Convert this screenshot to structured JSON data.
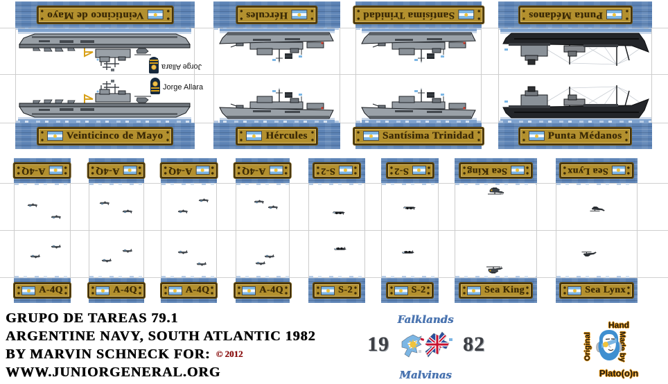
{
  "ships": [
    {
      "label": "Veinticinco de Mayo",
      "type": "aircraft-carrier"
    },
    {
      "label": "Hércules",
      "type": "destroyer"
    },
    {
      "label": "Santísima Trinidad",
      "type": "destroyer"
    },
    {
      "label": "Punta Médanos",
      "type": "tanker"
    }
  ],
  "commander": {
    "name": "Jorge Allara"
  },
  "air_cards": [
    {
      "label": "A-4Q"
    },
    {
      "label": "A-4Q"
    },
    {
      "label": "A-4Q"
    },
    {
      "label": "A-4Q"
    },
    {
      "label": "S-2"
    },
    {
      "label": "S-2"
    },
    {
      "label": "Sea King"
    },
    {
      "label": "Sea Lynx"
    }
  ],
  "footer": {
    "line1": "GRUPO DE TAREAS 79.1",
    "line2": "ARGENTINE NAVY, SOUTH ATLANTIC 1982",
    "line3": "BY MARVIN SCHNECK FOR:",
    "copyright": "© 2012",
    "line4": "WWW.JUNIORGENERAL.ORG"
  },
  "logos": {
    "falklands": {
      "top": "Falklands",
      "bottom": "Malvinas",
      "year_left": "19",
      "year_right": "82"
    },
    "platoon": {
      "top": "Hand",
      "left": "Original",
      "right": "Made by",
      "bottom": "Plato(o)n"
    }
  },
  "colors": {
    "water": "#5d83b5",
    "plate_gold": "#b3902e",
    "plate_border": "#44320a",
    "plate_text": "#3c2b06",
    "flag_blue": "#7cb6e4",
    "sun_yellow": "#f0c33c",
    "copyright_red": "#8b1212",
    "script_blue": "#4a74b0",
    "cut_line": "#cfcfcf"
  }
}
